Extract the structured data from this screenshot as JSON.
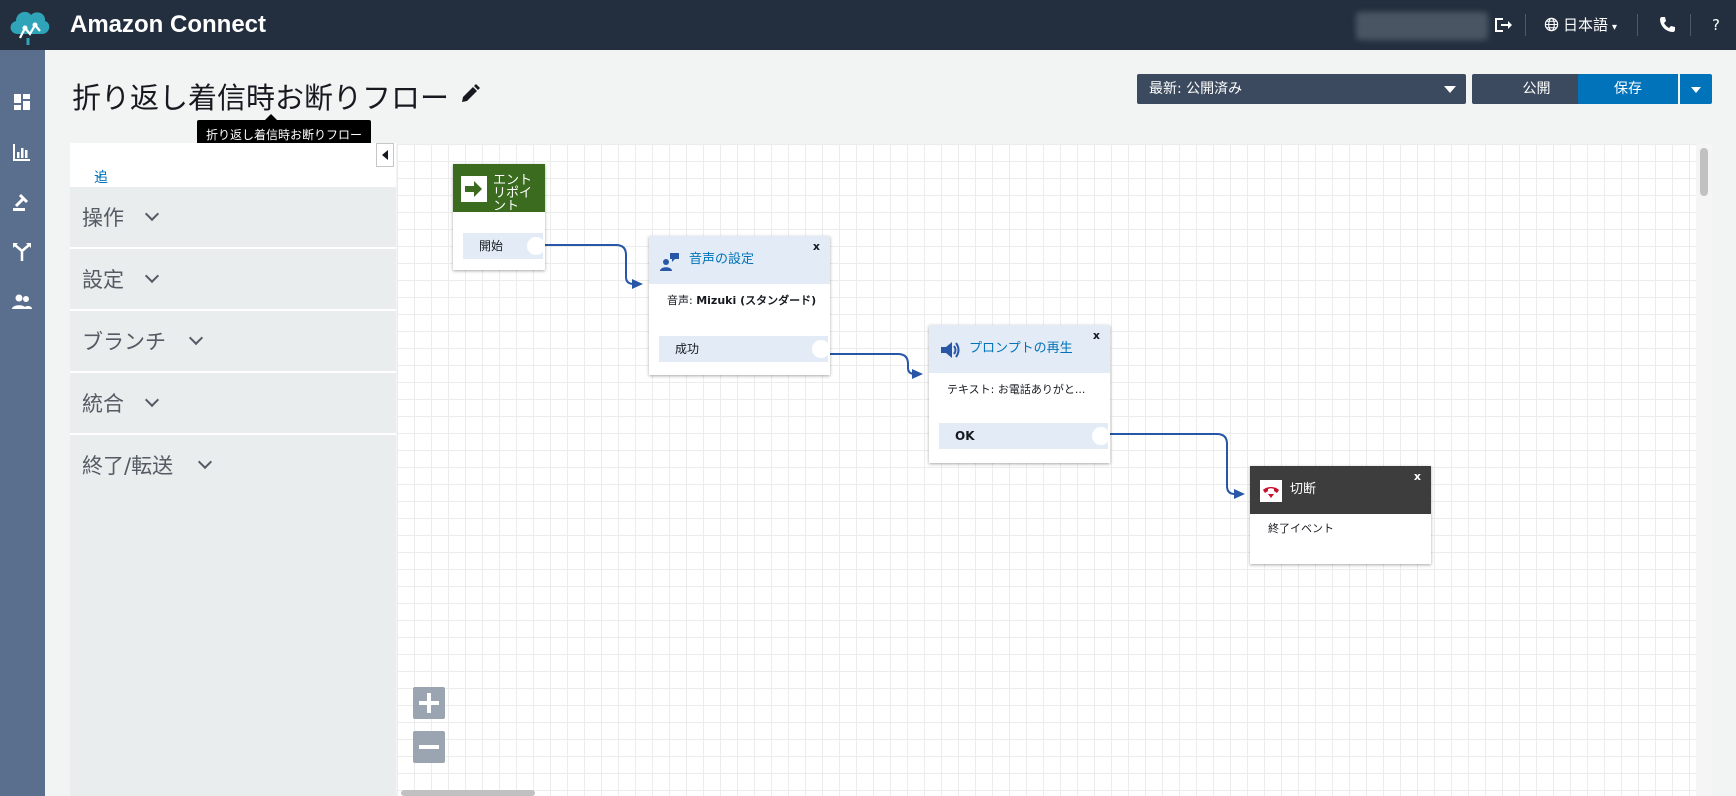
{
  "header": {
    "brand": "Amazon Connect",
    "language": "日本語",
    "help": "?"
  },
  "page": {
    "title": "折り返し着信時お断りフロー",
    "tooltip": "折り返し着信時お断りフロー"
  },
  "toolbar": {
    "version": "最新: 公開済み",
    "publish_label": "公開",
    "save_label": "保存"
  },
  "panel": {
    "info_link": "追加のフロー情報の表示",
    "sections": [
      {
        "label": "操作"
      },
      {
        "label": "設定"
      },
      {
        "label": "ブランチ"
      },
      {
        "label": "統合"
      },
      {
        "label": "終了/転送"
      }
    ]
  },
  "flow": {
    "entry": {
      "title": "エントリポイント",
      "branch": "開始"
    },
    "set_voice": {
      "title": "音声の設定",
      "detail_label": "音声: ",
      "detail_value": "Mizuki (スタンダード)",
      "branch": "成功",
      "close": "x"
    },
    "play_prompt": {
      "title": "プロンプトの再生",
      "detail": "テキスト: お電話ありがと...",
      "branch": "OK",
      "close": "x"
    },
    "disconnect": {
      "title": "切断",
      "detail": "終了イベント",
      "close": "x"
    }
  },
  "colors": {
    "topbar": "#232f3e",
    "leftnav": "#5a6f8e",
    "accent": "#0073bb",
    "entry_green": "#3a6b1e",
    "disconnect_dark": "#3d3d3d"
  },
  "icons": {
    "nav": [
      "dashboard-icon",
      "metrics-icon",
      "routing-icon",
      "flow-branch-icon",
      "users-icon"
    ],
    "topbar": [
      "sign-out-icon",
      "globe-icon",
      "phone-icon",
      "help-icon"
    ]
  }
}
